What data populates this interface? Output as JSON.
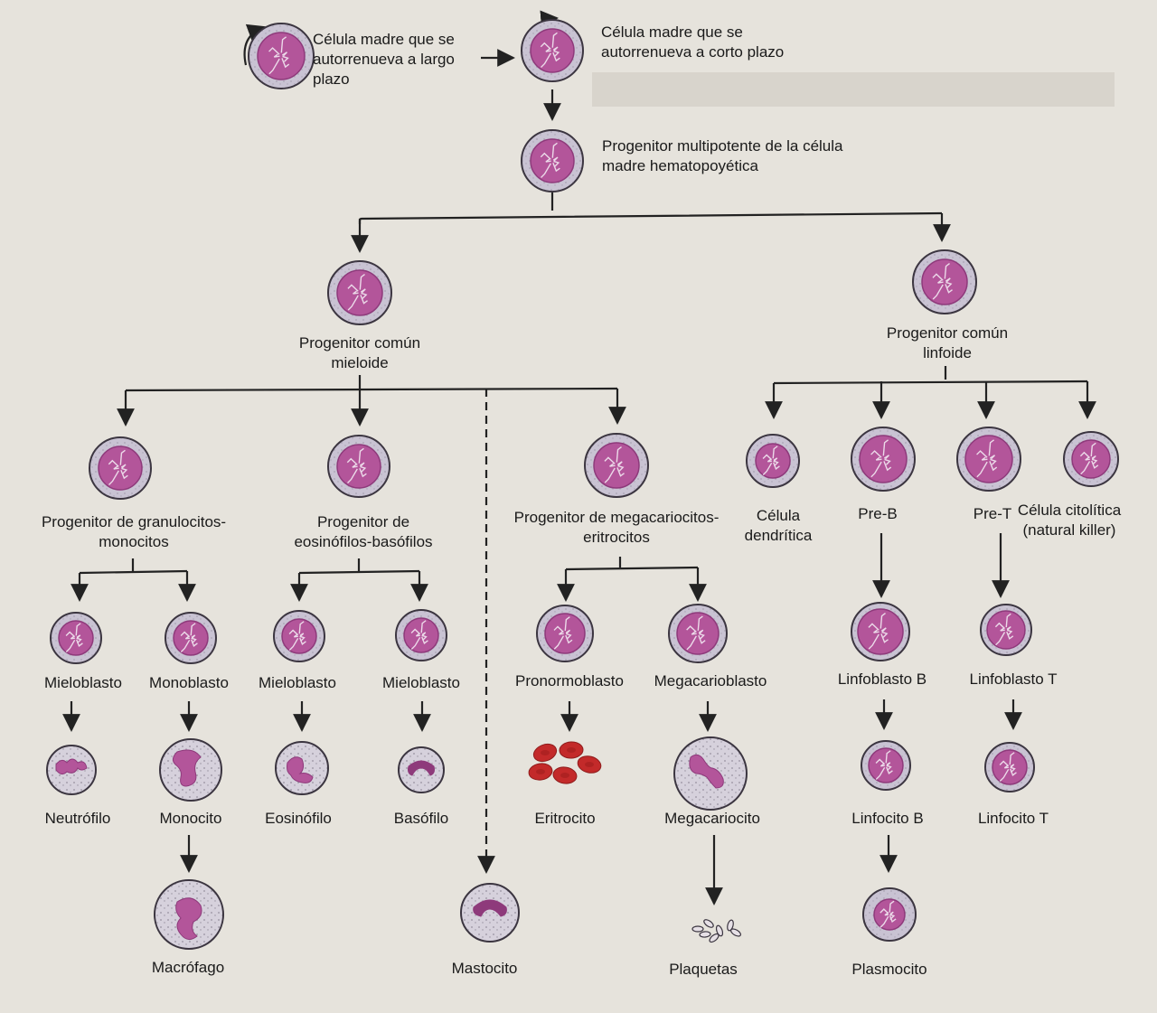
{
  "labels": {
    "lt_hsc": "Célula madre que se autorrenueva a largo plazo",
    "st_hsc": "Célula madre que se autorrenueva a corto plazo",
    "mpp": "Progenitor multipotente de la célula madre hematopoyética",
    "cmp": "Progenitor común mieloide",
    "clp": "Progenitor común linfoide",
    "gmp": "Progenitor de granulocitos-monocitos",
    "ebp": "Progenitor de eosinófilos-basófilos",
    "mep": "Progenitor de megacariocitos-eritrocitos",
    "dendritic": "Célula dendrítica",
    "preb": "Pre-B",
    "pret": "Pre-T",
    "nk": "Célula citolítica (natural killer)",
    "myeloblast1": "Mieloblasto",
    "monoblast": "Monoblasto",
    "myeloblast2": "Mieloblasto",
    "myeloblast3": "Mieloblasto",
    "pronormoblast": "Pronormoblasto",
    "megakaryoblast": "Megacarioblasto",
    "lymphoblast_b": "Linfoblasto B",
    "lymphoblast_t": "Linfoblasto T",
    "neutrophil": "Neutrófilo",
    "monocyte": "Monocito",
    "eosinophil": "Eosinófilo",
    "basophil": "Basófilo",
    "erythrocyte": "Eritrocito",
    "megakaryocyte": "Megacariocito",
    "lymphocyte_b": "Linfocito B",
    "lymphocyte_t": "Linfocito T",
    "macrophage": "Macrófago",
    "mast_cell": "Mastocito",
    "platelets": "Plaquetas",
    "plasma_cell": "Plasmocito"
  },
  "colors": {
    "cell_fill": "#c9c3d3",
    "cell_ring": "#3b3540",
    "nucleus": "#b3559a",
    "nucleus_dark": "#8e3a7b",
    "rbc": "#c32a2a",
    "arrow": "#222222"
  }
}
